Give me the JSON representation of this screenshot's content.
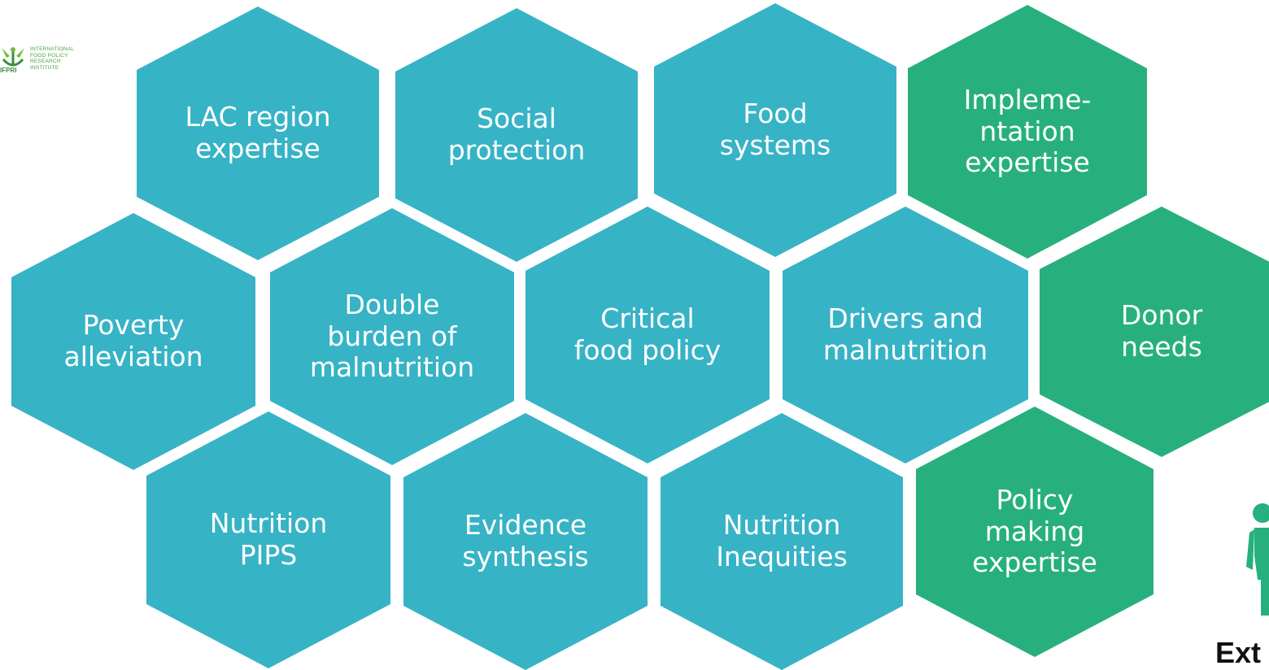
{
  "logo": {
    "text_lines": "INTERNATIONAL\nFOOD POLICY\nRESEARCH\nINSTITUTE",
    "abbr": "IFPRI"
  },
  "colors": {
    "blue": "#37b3c6",
    "green": "#27b07e"
  },
  "hexagons": [
    {
      "label": "LAC region\nexpertise",
      "color": "blue"
    },
    {
      "label": "Social\nprotection",
      "color": "blue"
    },
    {
      "label": "Food\nsystems",
      "color": "blue"
    },
    {
      "label": "Impleme-\nntation\nexpertise",
      "color": "green"
    },
    {
      "label": "Poverty\nalleviation",
      "color": "blue"
    },
    {
      "label": "Double\nburden of\nmalnutrition",
      "color": "blue"
    },
    {
      "label": "Critical\nfood policy",
      "color": "blue"
    },
    {
      "label": "Drivers and\nmalnutrition",
      "color": "blue"
    },
    {
      "label": "Donor\nneeds",
      "color": "green"
    },
    {
      "label": "Nutrition\nPIPS",
      "color": "blue"
    },
    {
      "label": "Evidence\nsynthesis",
      "color": "blue"
    },
    {
      "label": "Nutrition\nInequities",
      "color": "blue"
    },
    {
      "label": "Policy\nmaking\nexpertise",
      "color": "green"
    }
  ],
  "person_icon": "person-icon",
  "external_label": "Ext"
}
